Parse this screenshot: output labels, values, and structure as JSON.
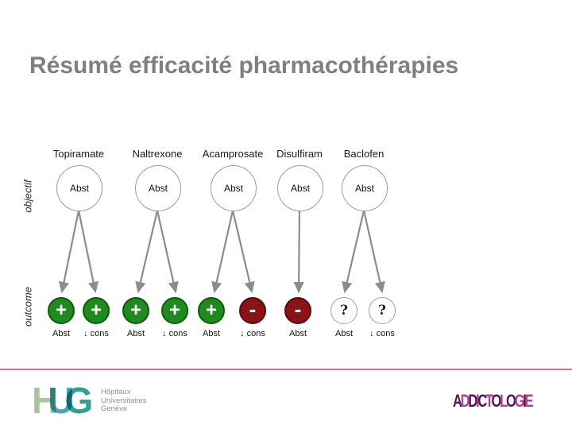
{
  "slide": {
    "title": "Résumé efficacité pharmacothérapies",
    "axis_labels": {
      "objective_row": "objectif",
      "outcome_row": "outcome"
    }
  },
  "diagram": {
    "drugs": [
      {
        "name": "Topiramate",
        "objective": "Abst",
        "outcomes": [
          {
            "label": "Abst",
            "result": "+"
          },
          {
            "label": "↓ cons",
            "result": "+"
          }
        ]
      },
      {
        "name": "Naltrexone",
        "objective": "Abst",
        "outcomes": [
          {
            "label": "Abst",
            "result": "+"
          },
          {
            "label": "↓ cons",
            "result": "+"
          }
        ]
      },
      {
        "name": "Acamprosate",
        "objective": "Abst",
        "outcomes": [
          {
            "label": "Abst",
            "result": "+"
          },
          {
            "label": "↓ cons",
            "result": "-"
          }
        ]
      },
      {
        "name": "Disulfiram",
        "objective": "Abst",
        "outcomes": [
          {
            "label": "Abst",
            "result": "-"
          }
        ]
      },
      {
        "name": "Baclofen",
        "objective": "Abst",
        "outcomes": [
          {
            "label": "Abst",
            "result": "?"
          },
          {
            "label": "↓ cons",
            "result": "?"
          }
        ]
      }
    ]
  },
  "colors": {
    "positive_fill": "#1f8b1f",
    "negative_fill": "#8b1216",
    "unknown_border": "#8fa3b8",
    "arrow": "#8c8c8c",
    "title_text": "#808080",
    "footer_divider": "#cf6d9f",
    "brand_dark": "#4d1a52",
    "brand_magenta": "#c2399b"
  },
  "footer": {
    "hug_letters": "HUG",
    "hug_line1": "Hôpitaux",
    "hug_line2": "Universitaires",
    "hug_line3": "Genève",
    "brand": "ADDICTOLOGIE"
  }
}
